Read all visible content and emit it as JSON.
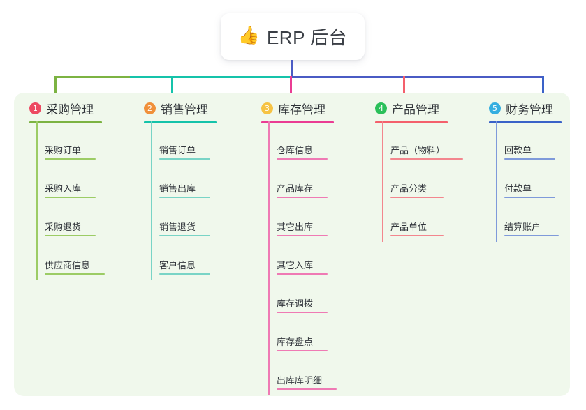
{
  "diagram": {
    "title": "ERP 后台",
    "root": {
      "icon": "thumbs-up-icon",
      "icon_glyph": "👍",
      "label": "ERP 后台"
    },
    "panel_color": "#f0f8ec",
    "columns": [
      {
        "number": "1",
        "title": "采购管理",
        "badge_color": "#ed4a62",
        "line_color": "#7cb342",
        "stem_color": "#9ccc65",
        "items": [
          "采购订单",
          "采购入库",
          "采购退货",
          "供应商信息"
        ]
      },
      {
        "number": "2",
        "title": "销售管理",
        "badge_color": "#f0903a",
        "line_color": "#15c3aa",
        "stem_color": "#79d4c6",
        "items": [
          "销售订单",
          "销售出库",
          "销售退货",
          "客户信息"
        ]
      },
      {
        "number": "3",
        "title": "库存管理",
        "badge_color": "#f6c344",
        "line_color": "#ea3c93",
        "stem_color": "#ef7ab4",
        "items": [
          "仓库信息",
          "产品库存",
          "其它出库",
          "其它入库",
          "库存调拨",
          "库存盘点",
          "出库库明细"
        ]
      },
      {
        "number": "4",
        "title": "产品管理",
        "badge_color": "#2bc05a",
        "line_color": "#f4606c",
        "stem_color": "#f3868e",
        "items": [
          "产品（物料）",
          "产品分类",
          "产品单位"
        ]
      },
      {
        "number": "5",
        "title": "财务管理",
        "badge_color": "#35aee0",
        "line_color": "#3a62c8",
        "stem_color": "#7f9ada",
        "items": [
          "回款单",
          "付款单",
          "结算账户"
        ]
      }
    ],
    "connector": {
      "trunk_color": "#4a5bc4",
      "bar_segments": [
        {
          "color": "#7cb342"
        },
        {
          "color": "#15c3aa"
        },
        {
          "color": "#4a5bc4"
        }
      ]
    }
  }
}
